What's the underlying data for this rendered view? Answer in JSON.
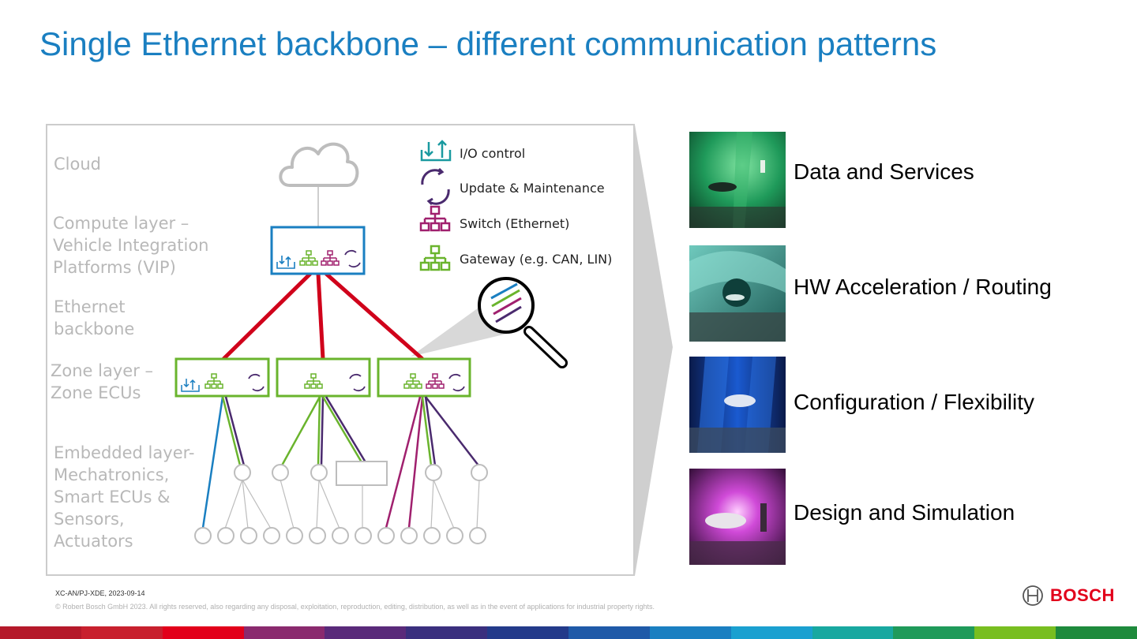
{
  "title": "Single Ethernet backbone – different communication patterns",
  "layers": {
    "cloud": "Cloud",
    "compute": [
      "Compute layer –",
      "Vehicle Integration",
      "Platforms (VIP)"
    ],
    "ethernet": [
      "Ethernet",
      "backbone"
    ],
    "zone": [
      "Zone layer –",
      "Zone ECUs"
    ],
    "embedded": [
      "Embedded layer-",
      "Mechatronics,",
      "Smart ECUs &",
      "Sensors,",
      "Actuators"
    ]
  },
  "legend": [
    {
      "label": "I/O control",
      "icon": "io-control-icon",
      "color": "#1a9aa0"
    },
    {
      "label": "Update & Maintenance",
      "icon": "update-maintenance-icon",
      "color": "#4a2a6e"
    },
    {
      "label": "Switch (Ethernet)",
      "icon": "switch-icon",
      "color": "#a0206e"
    },
    {
      "label": "Gateway (e.g. CAN, LIN)",
      "icon": "gateway-icon",
      "color": "#6ab42d"
    }
  ],
  "topics": [
    {
      "label": "Data and Services"
    },
    {
      "label": "HW Acceleration / Routing"
    },
    {
      "label": "Configuration / Flexibility"
    },
    {
      "label": "Design and Simulation"
    }
  ],
  "footer": {
    "id": "XC-AN/PJ-XDE, 2023-09-14",
    "copyright": "© Robert Bosch GmbH 2023. All rights reserved, also regarding any disposal, exploitation, reproduction, editing, distribution, as well as in the event of applications for industrial property rights."
  },
  "brand": {
    "name": "BOSCH",
    "color": "#e2001a"
  },
  "colors": {
    "title": "#1a7fc1",
    "ethernet": "#d0021b",
    "gateway": "#6ab42d",
    "update": "#4a2a6e",
    "switch": "#a0206e",
    "io": "#1a7fc1"
  },
  "colorbar": [
    "#b5192a",
    "#c8202e",
    "#e2001a",
    "#8a2a6e",
    "#5a2a7a",
    "#3a2f7e",
    "#233a8a",
    "#1f5aa8",
    "#1a7fc1",
    "#1aa0d0",
    "#18a8a0",
    "#1f9a5a",
    "#78be20",
    "#1e8a3c"
  ]
}
